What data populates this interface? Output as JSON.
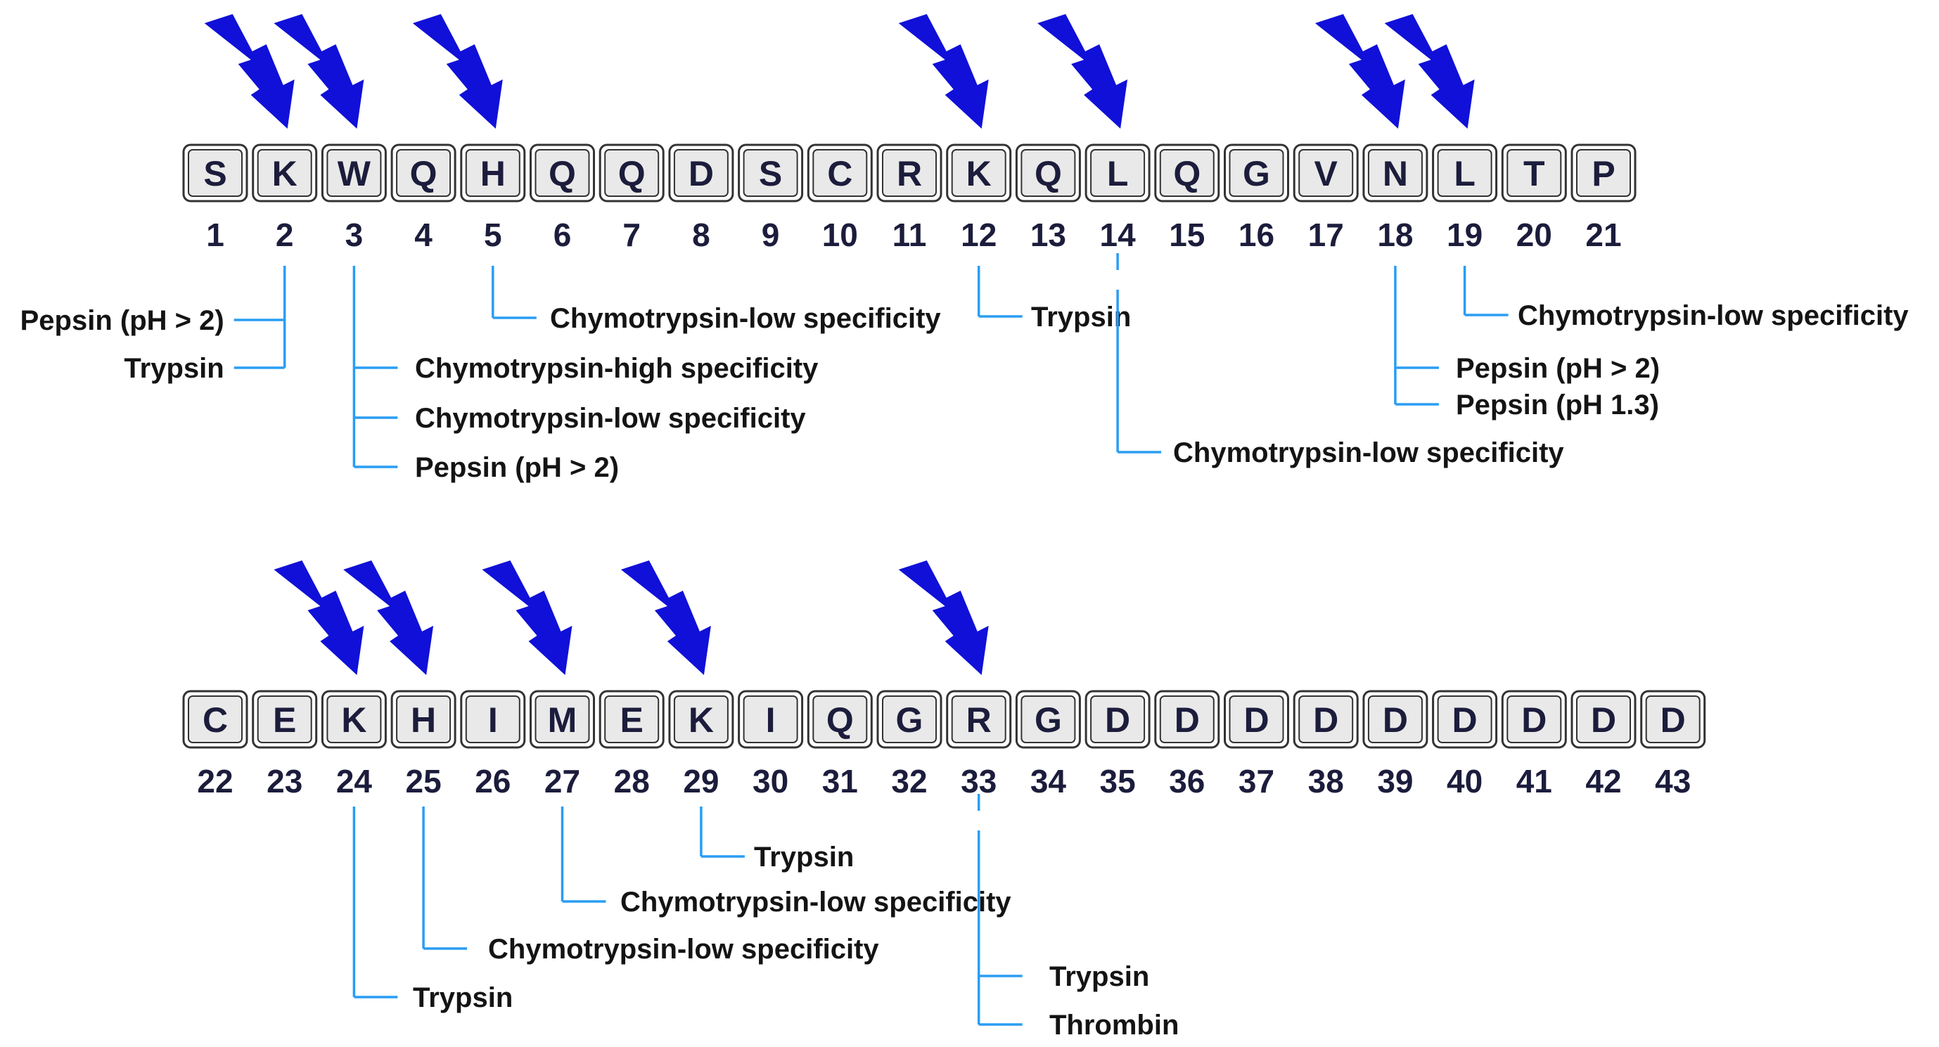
{
  "colors": {
    "bolt": "#1010d8",
    "connector": "#2a9df4",
    "box_border": "#333333",
    "box_fill": "#e9e9e9",
    "text": "#1c1c3c"
  },
  "rows": [
    {
      "residues": [
        "S",
        "K",
        "W",
        "Q",
        "H",
        "Q",
        "Q",
        "D",
        "S",
        "C",
        "R",
        "K",
        "Q",
        "L",
        "Q",
        "G",
        "V",
        "N",
        "L",
        "T",
        "P"
      ],
      "positions": [
        "1",
        "2",
        "3",
        "4",
        "5",
        "6",
        "7",
        "8",
        "9",
        "10",
        "11",
        "12",
        "13",
        "14",
        "15",
        "16",
        "17",
        "18",
        "19",
        "20",
        "21"
      ],
      "cleavage_marks": [
        2,
        3,
        5,
        12,
        14,
        18,
        19
      ],
      "sites": [
        {
          "position": 2,
          "side": "left",
          "labels": [
            "Pepsin (pH > 2)",
            "Trypsin"
          ]
        },
        {
          "position": 3,
          "side": "right",
          "labels": [
            "Chymotrypsin-high specificity",
            "Chymotrypsin-low specificity",
            "Pepsin (pH > 2)"
          ]
        },
        {
          "position": 5,
          "side": "right",
          "labels": [
            "Chymotrypsin-low specificity"
          ]
        },
        {
          "position": 12,
          "side": "right",
          "labels": [
            "Trypsin"
          ]
        },
        {
          "position": 14,
          "side": "right",
          "labels": [
            "Chymotrypsin-low specificity"
          ]
        },
        {
          "position": 18,
          "side": "right",
          "labels": [
            "Pepsin (pH > 2)",
            "Pepsin (pH 1.3)"
          ]
        },
        {
          "position": 19,
          "side": "right",
          "labels": [
            "Chymotrypsin-low specificity"
          ]
        }
      ]
    },
    {
      "residues": [
        "C",
        "E",
        "K",
        "H",
        "I",
        "M",
        "E",
        "K",
        "I",
        "Q",
        "G",
        "R",
        "G",
        "D",
        "D",
        "D",
        "D",
        "D",
        "D",
        "D",
        "D",
        "D"
      ],
      "positions": [
        "22",
        "23",
        "24",
        "25",
        "26",
        "27",
        "28",
        "29",
        "30",
        "31",
        "32",
        "33",
        "34",
        "35",
        "36",
        "37",
        "38",
        "39",
        "40",
        "41",
        "42",
        "43"
      ],
      "cleavage_marks": [
        24,
        25,
        27,
        29,
        33
      ],
      "sites": [
        {
          "position": 24,
          "side": "right",
          "labels": [
            "Trypsin"
          ]
        },
        {
          "position": 25,
          "side": "right",
          "labels": [
            "Chymotrypsin-low specificity"
          ]
        },
        {
          "position": 27,
          "side": "right",
          "labels": [
            "Chymotrypsin-low specificity"
          ]
        },
        {
          "position": 29,
          "side": "right",
          "labels": [
            "Trypsin"
          ]
        },
        {
          "position": 33,
          "side": "right",
          "labels": [
            "Trypsin",
            "Thrombin"
          ]
        }
      ]
    }
  ]
}
